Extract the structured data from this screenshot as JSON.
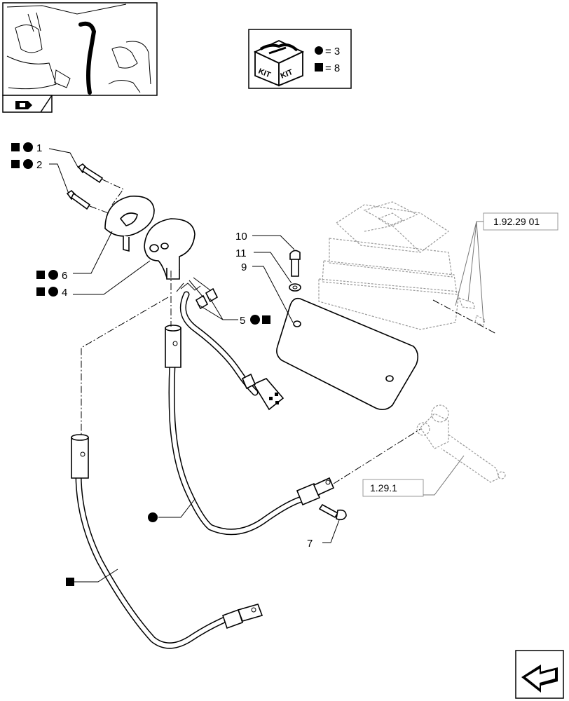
{
  "kit": {
    "icon_text_left": "KIT",
    "icon_text_right": "KIT",
    "circle_qty": "= 3",
    "square_qty": "= 8"
  },
  "callouts": {
    "c1": "1",
    "c2": "2",
    "c6": "6",
    "c4": "4",
    "c5": "5",
    "c10": "10",
    "c11": "11",
    "c9": "9",
    "c7": "7"
  },
  "refs": {
    "ref_a": "1.92.29 01",
    "ref_b": "1.29.1"
  },
  "symbols": {
    "circle": "filled-circle-variant",
    "square": "filled-square-variant"
  },
  "icons": [
    "thumbnail-tractor-view",
    "kit-box-icon",
    "page-flag-icon",
    "next-page-arrow-icon"
  ]
}
